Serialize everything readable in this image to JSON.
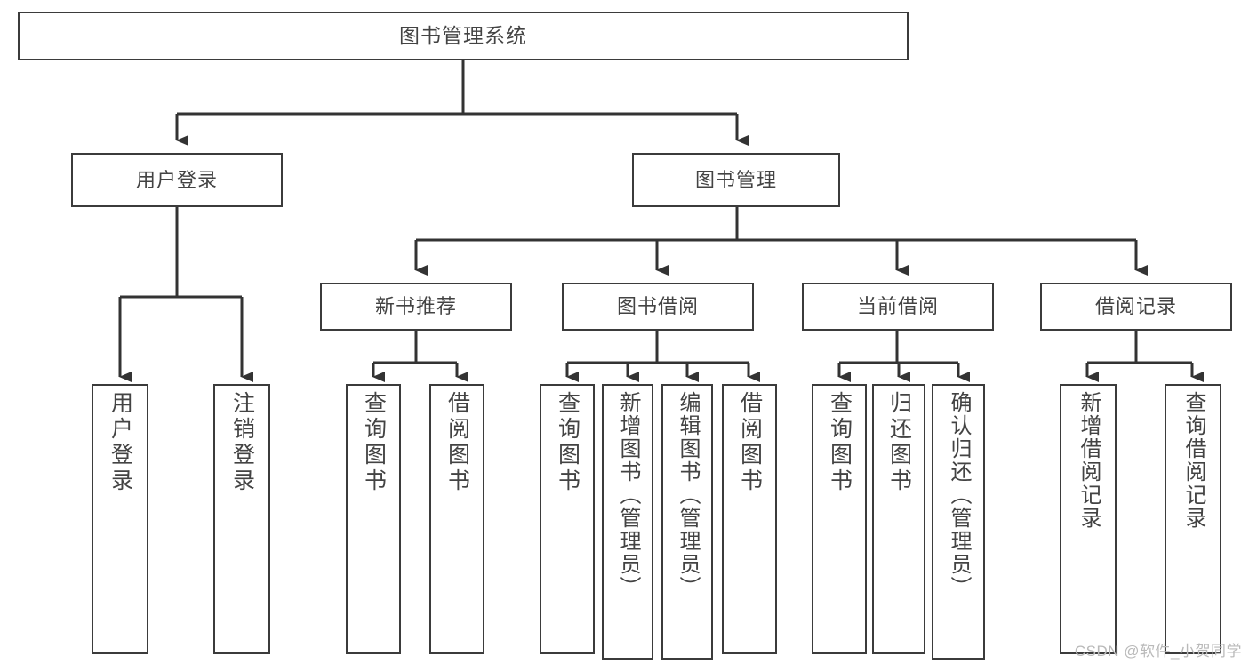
{
  "diagram": {
    "title": "图书管理系统",
    "type": "hierarchy-tree",
    "watermark": "CSDN @软件_小贺同学",
    "colors": {
      "box_border": "#3b3b3b",
      "box_fill": "#ffffff",
      "text": "#434343",
      "connector": "#333333",
      "watermark": "#b9b9b9"
    },
    "levels": {
      "level0": [
        {
          "id": "root",
          "label": "图书管理系统"
        }
      ],
      "level1": [
        {
          "id": "user-login",
          "label": "用户登录"
        },
        {
          "id": "book-manage",
          "label": "图书管理"
        }
      ],
      "level2": [
        {
          "id": "new-book-rec",
          "label": "新书推荐",
          "parent": "book-manage"
        },
        {
          "id": "book-borrow",
          "label": "图书借阅",
          "parent": "book-manage"
        },
        {
          "id": "current-borrow",
          "label": "当前借阅",
          "parent": "book-manage"
        },
        {
          "id": "borrow-record",
          "label": "借阅记录",
          "parent": "book-manage"
        }
      ],
      "leaves": [
        {
          "id": "leaf-user-login",
          "label": "用户登录",
          "parent": "user-login"
        },
        {
          "id": "leaf-logout",
          "label": "注销登录",
          "parent": "user-login"
        },
        {
          "id": "leaf-query-book-1",
          "label": "查询图书",
          "parent": "new-book-rec"
        },
        {
          "id": "leaf-borrow-book-1",
          "label": "借阅图书",
          "parent": "new-book-rec"
        },
        {
          "id": "leaf-query-book-2",
          "label": "查询图书",
          "parent": "book-borrow"
        },
        {
          "id": "leaf-add-book",
          "label": "新增图书（管理员）",
          "parent": "book-borrow"
        },
        {
          "id": "leaf-edit-book",
          "label": "编辑图书（管理员）",
          "parent": "book-borrow"
        },
        {
          "id": "leaf-borrow-book-2",
          "label": "借阅图书",
          "parent": "book-borrow"
        },
        {
          "id": "leaf-query-book-3",
          "label": "查询图书",
          "parent": "current-borrow"
        },
        {
          "id": "leaf-return-book",
          "label": "归还图书",
          "parent": "current-borrow"
        },
        {
          "id": "leaf-confirm-return",
          "label": "确认归还（管理员）",
          "parent": "current-borrow"
        },
        {
          "id": "leaf-add-record",
          "label": "新增借阅记录",
          "parent": "borrow-record"
        },
        {
          "id": "leaf-query-record",
          "label": "查询借阅记录",
          "parent": "borrow-record"
        }
      ]
    }
  }
}
